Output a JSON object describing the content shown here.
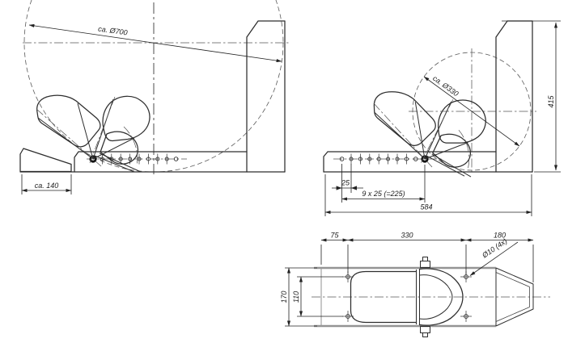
{
  "drawing_labels": {
    "side_large": {
      "wheel_dia": "ca. Ø700",
      "stop_block": "ca. 140"
    },
    "side_small": {
      "wheel_dia": "ca. Ø330",
      "height": "415",
      "first_pitch": "25",
      "pitch_row": "9 x 25 (=225)",
      "length": "584"
    },
    "top": {
      "edge_to_holes": "75",
      "hole_span": "330",
      "tail_len": "180",
      "width": "170",
      "hole_gauge": "110",
      "hole_note": "Ø10 (4x)"
    }
  },
  "colors": {
    "object_line": "#2d2d2d",
    "thin_line": "#3c3c3c",
    "centerline": "#565656",
    "thick_edge": "#949494",
    "background": "#ffffff"
  }
}
